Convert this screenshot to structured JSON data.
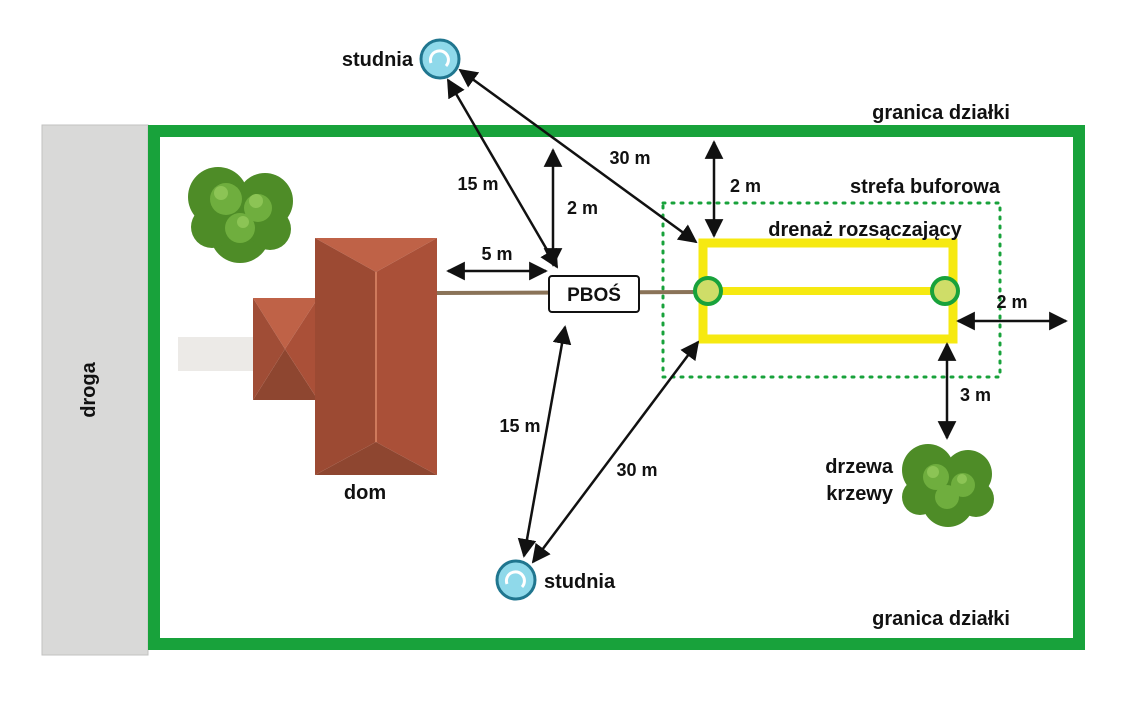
{
  "labels": {
    "road": "droga",
    "house": "dom",
    "well_top": "studnia",
    "well_bottom": "studnia",
    "pbos": "PBOŚ",
    "boundary_top": "granica działki",
    "boundary_bottom": "granica działki",
    "buffer_zone": "strefa buforowa",
    "drain_field": "drenaż rozsączający",
    "trees_line1": "drzewa",
    "trees_line2": "krzewy"
  },
  "distances": {
    "well_top_to_pbos": "15 m",
    "boundary_to_pbos": "2 m",
    "well_top_to_drain": "30 m",
    "house_to_pbos": "5 m",
    "boundary_to_drain_top": "2 m",
    "drain_to_boundary_right": "2 m",
    "drain_to_trees": "3 m",
    "pbos_to_well_bottom": "15 m",
    "drain_to_well_bottom": "30 m"
  },
  "colors": {
    "boundary_green": "#18a23b",
    "buffer_dot_green": "#18a23b",
    "drain_yellow": "#f6e911",
    "drain_circle_fill": "#cfdd68",
    "road_gray": "#d9d9d8",
    "well_fill": "#8fd9ea",
    "well_ring": "#20768f",
    "roof_main": "#aa5038",
    "roof_light": "#bf6247",
    "roof_dark": "#8e4630",
    "tree_green": "#4e8c27",
    "pipe_brown": "#8a7358"
  }
}
